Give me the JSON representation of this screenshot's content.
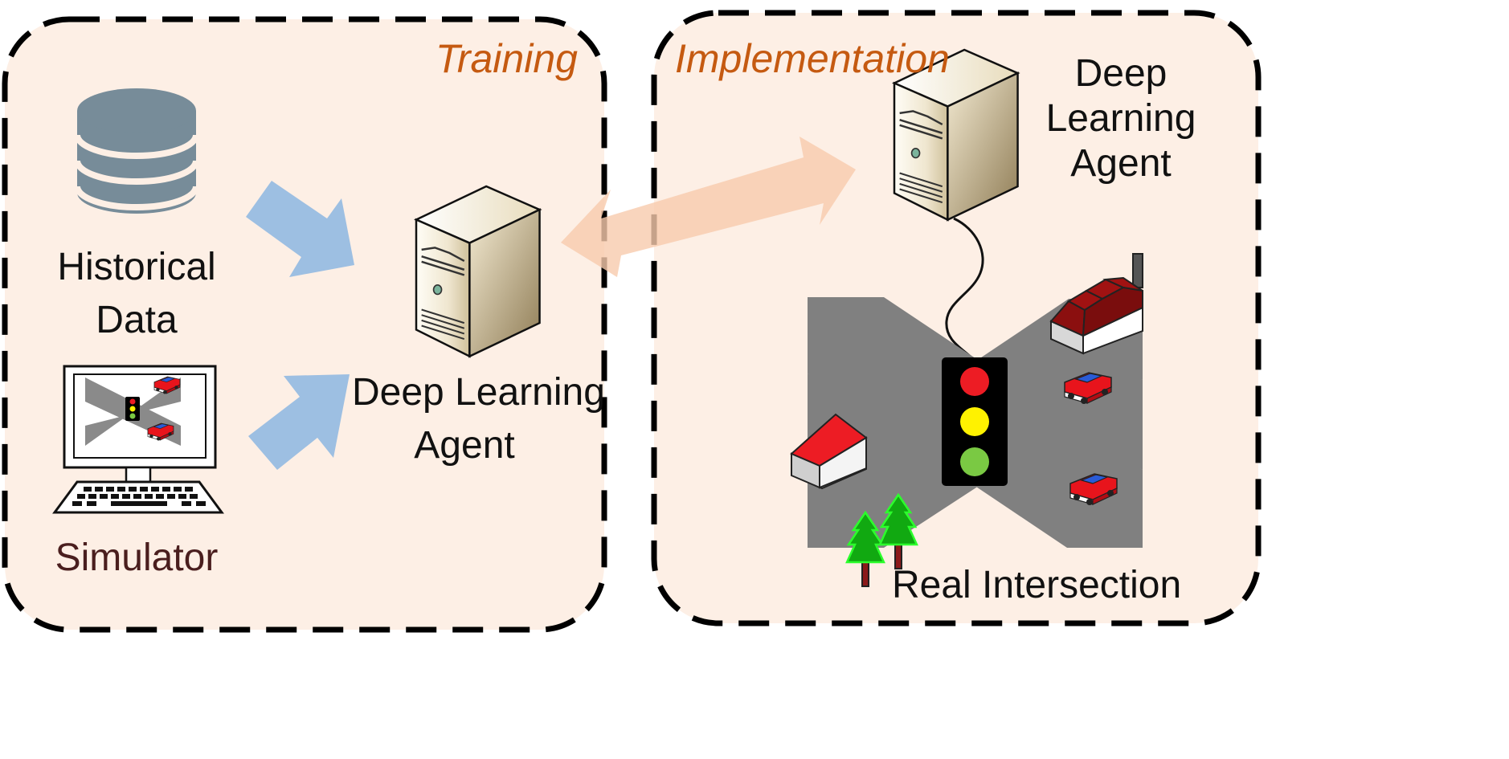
{
  "panels": {
    "training": {
      "title": "Training"
    },
    "implementation": {
      "title": "Implementation"
    }
  },
  "training": {
    "historical_data": {
      "line1": "Historical",
      "line2": "Data"
    },
    "simulator": {
      "label": "Simulator"
    },
    "agent": {
      "line1": "Deep Learning",
      "line2": "Agent"
    }
  },
  "implementation": {
    "agent": {
      "line1": "Deep",
      "line2": "Learning",
      "line3": "Agent"
    },
    "intersection": {
      "label": "Real Intersection"
    }
  },
  "colors": {
    "panel_fill": "#fdefe5",
    "panel_border": "#000000",
    "title_color": "#c55a11",
    "training_arrow": "#9dbfe2",
    "transfer_arrow": "#f8cbad",
    "database": "#778c99",
    "road": "#808080",
    "light_red": "#ed1c24",
    "light_yellow": "#fff200",
    "light_green": "#7ac943",
    "simulator_label": "#4a1e1e"
  },
  "icons": [
    "database-icon",
    "computer-monitor-icon",
    "server-icon",
    "traffic-light-icon",
    "house-icon",
    "factory-icon",
    "car-icon",
    "tree-icon"
  ]
}
